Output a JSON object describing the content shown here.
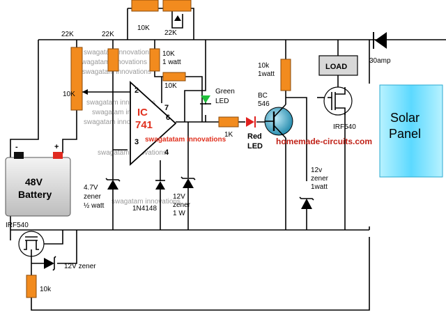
{
  "components": {
    "r_top_a": "10K",
    "r_top_b": "22K",
    "r_left_1": "22K",
    "r_left_2": "22K",
    "r_left_3": "10K",
    "r_10k_1w_line1": "10K",
    "r_10k_1w_line2": "1 watt",
    "r_feedback": "10K",
    "green_led_line1": "Green",
    "green_led_line2": "LED",
    "r_1k": "1K",
    "red_led_line1": "Red",
    "red_led_line2": "LED",
    "r_10k_line1": "10k",
    "r_10k_line2": "1watt",
    "bc546_line1": "BC",
    "bc546_line2": "546",
    "ic_line1": "IC",
    "ic_line2": "741",
    "pin2": "2",
    "pin3": "3",
    "pin6": "6",
    "pin7": "7",
    "pin4": "4",
    "zener47_line1": "4.7V",
    "zener47_line2": "zener",
    "zener47_line3": "½ watt",
    "diode_1n4148": "1N4148",
    "zener12_line1": "12V",
    "zener12_line2": "zener",
    "zener12_line3": "1 W",
    "load": "LOAD",
    "diode_30a": "30amp",
    "irf540_right": "IRF540",
    "zener12b_line1": "12v",
    "zener12b_line2": "zener",
    "zener12b_line3": "1watt",
    "solar_line1": "Solar",
    "solar_line2": "Panel",
    "battery_line1": "48V",
    "battery_line2": "Battery",
    "battery_minus": "-",
    "battery_plus": "+",
    "irf540_left": "IRF540",
    "zener_bottom": "12V zener",
    "r_bottom": "10k"
  },
  "watermark": {
    "site": "homemade-circuits.com",
    "brand": "swagatatam innovations",
    "ghost": "swagatam innovations"
  },
  "colors": {
    "resistor": "#f28b1e",
    "solar_panel": "#7fe3ff",
    "ic_label": "#e0301e",
    "red_led": "#e0201e",
    "green_led": "#1fbf3a",
    "transistor": "#3aa6c6",
    "site_text": "#c02016"
  }
}
